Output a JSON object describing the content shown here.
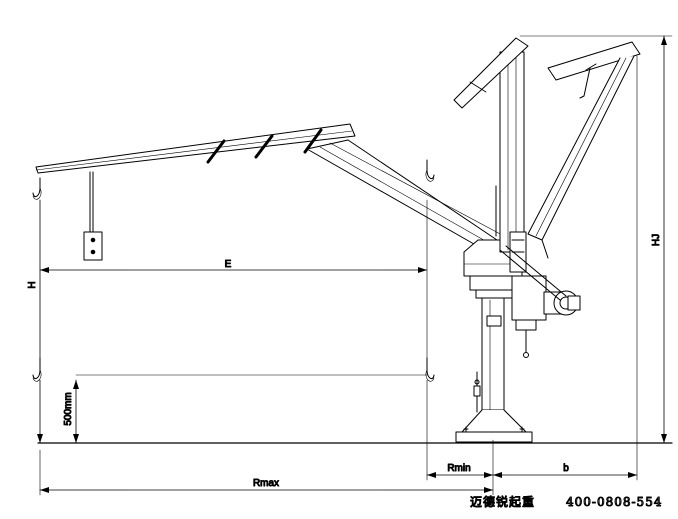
{
  "drawing": {
    "labels": {
      "e": "E",
      "h": "H",
      "hj": "HJ",
      "rmax": "Rmax",
      "rmin": "Rmin",
      "b": "b",
      "height500": "500mm"
    }
  },
  "watermark": {
    "brand": "迈德锐起重",
    "phone": "400-0808-554"
  }
}
